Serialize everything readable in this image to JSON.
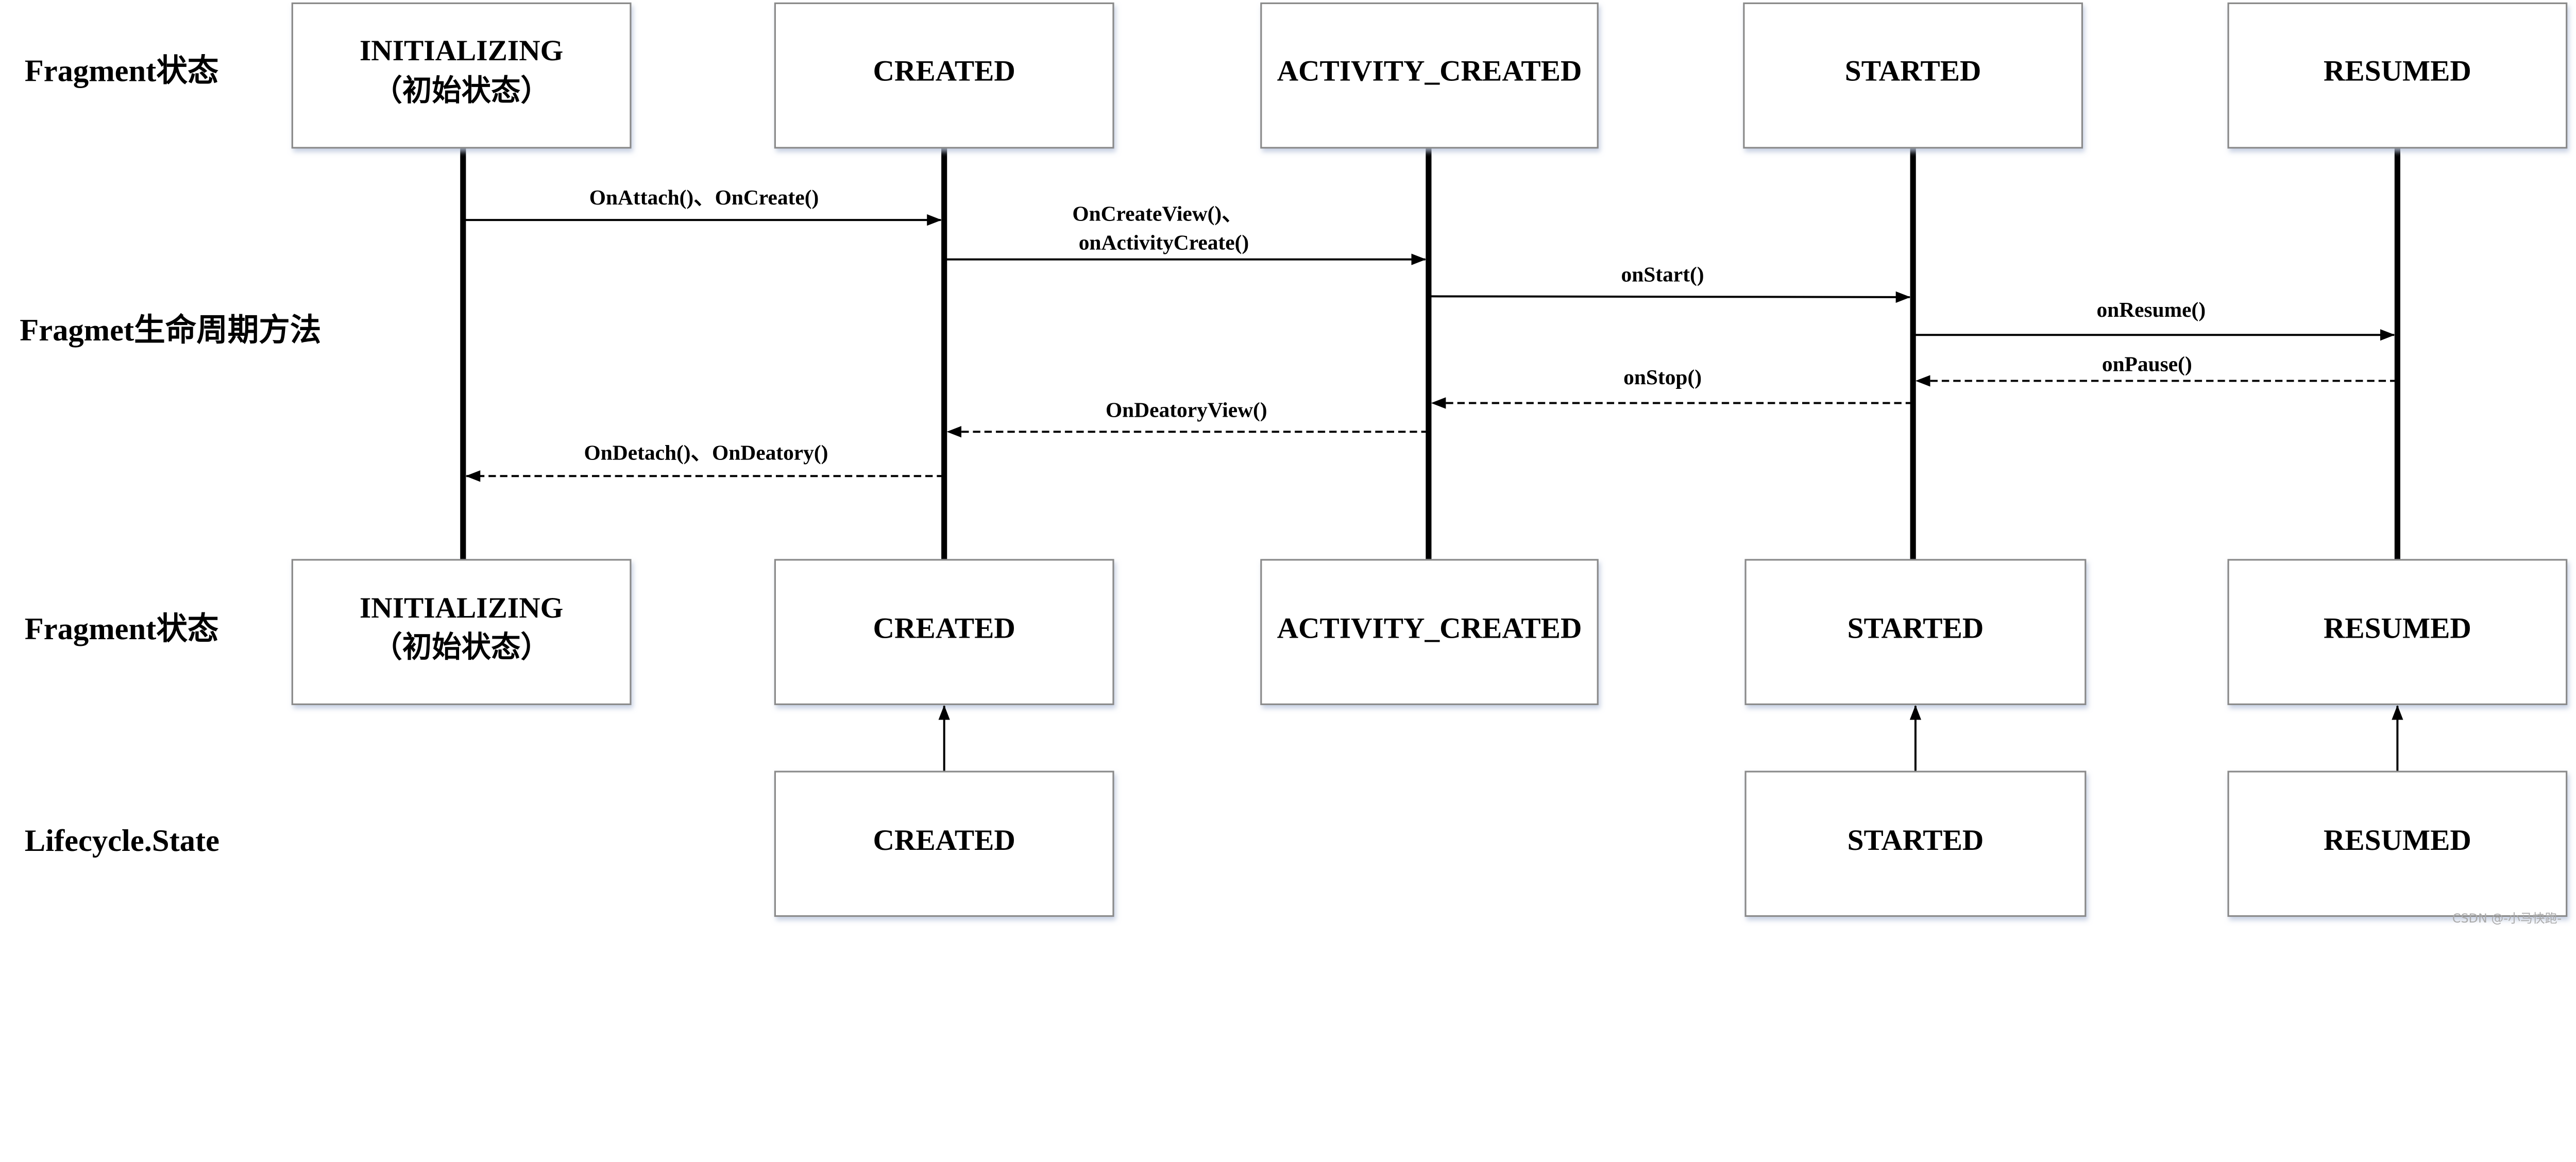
{
  "row_labels": {
    "top": "Fragment状态",
    "methods": "Fragmet生命周期方法",
    "middle": "Fragment状态",
    "bottom": "Lifecycle.State"
  },
  "top_states": [
    {
      "line1": "INITIALIZING",
      "line2": "（初始状态）"
    },
    {
      "line1": "CREATED"
    },
    {
      "line1": "ACTIVITY_CREATED"
    },
    {
      "line1": "STARTED"
    },
    {
      "line1": "RESUMED"
    }
  ],
  "middle_states": [
    {
      "line1": "INITIALIZING",
      "line2": "（初始状态）"
    },
    {
      "line1": "CREATED"
    },
    {
      "line1": "ACTIVITY_CREATED"
    },
    {
      "line1": "STARTED"
    },
    {
      "line1": "RESUMED"
    }
  ],
  "lifecycle_states": [
    "CREATED",
    "STARTED",
    "RESUMED"
  ],
  "messages": {
    "on_attach_create": "OnAttach()、OnCreate()",
    "on_create_view_1": "OnCreateView()、",
    "on_create_view_2": "onActivityCreate()",
    "on_start": "onStart()",
    "on_resume": "onResume()",
    "on_pause": "onPause()",
    "on_stop": "onStop()",
    "on_destroy_view": "OnDeatoryView()",
    "on_detach_destroy": "OnDetach()、OnDeatory()"
  },
  "watermark": "CSDN @-小马快跑-"
}
